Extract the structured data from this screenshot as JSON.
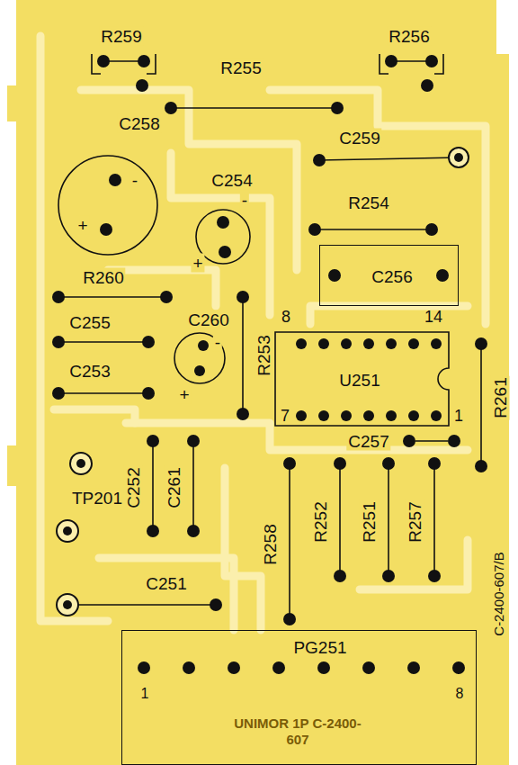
{
  "diagram": {
    "nodes": [
      {
        "text": [
          "C256"
        ]
      },
      {
        "text": [
          "8",
          "14",
          "U251",
          "7",
          "1"
        ]
      },
      {
        "text": [
          "PG251",
          "1",
          "8",
          "UNIMOR 1P C-2400-607"
        ]
      }
    ],
    "labels": [
      "R259",
      "R256",
      "R255",
      "C258",
      "-",
      "+",
      "C254",
      "-",
      "+",
      "C259",
      "R254",
      "R260",
      "C255",
      "C260",
      "-",
      "+",
      "R253",
      "C253",
      "C257",
      "R261",
      "TP201",
      "C252",
      "C261",
      "R258",
      "R252",
      "R251",
      "R257",
      "C251",
      "C-2400-607/B"
    ]
  }
}
